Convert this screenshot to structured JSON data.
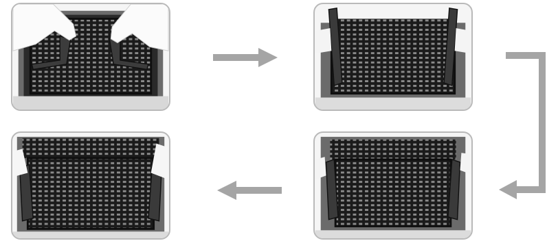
{
  "steps": [
    {
      "id": 1,
      "photo": "hands-placing-handles-on-basket"
    },
    {
      "id": 2,
      "photo": "basket-with-handles-raised"
    },
    {
      "id": 3,
      "photo": "basket-with-handles-folded-down"
    },
    {
      "id": 4,
      "photo": "hands-holding-basket-handles"
    }
  ],
  "arrows": [
    "right-arrow",
    "down-left-arrow",
    "left-arrow"
  ],
  "colors": {
    "arrow": "#a5a5a5",
    "panel_border": "#b9b9b9",
    "basket": "#1e1e1e",
    "tank": "#6a6a6a"
  }
}
